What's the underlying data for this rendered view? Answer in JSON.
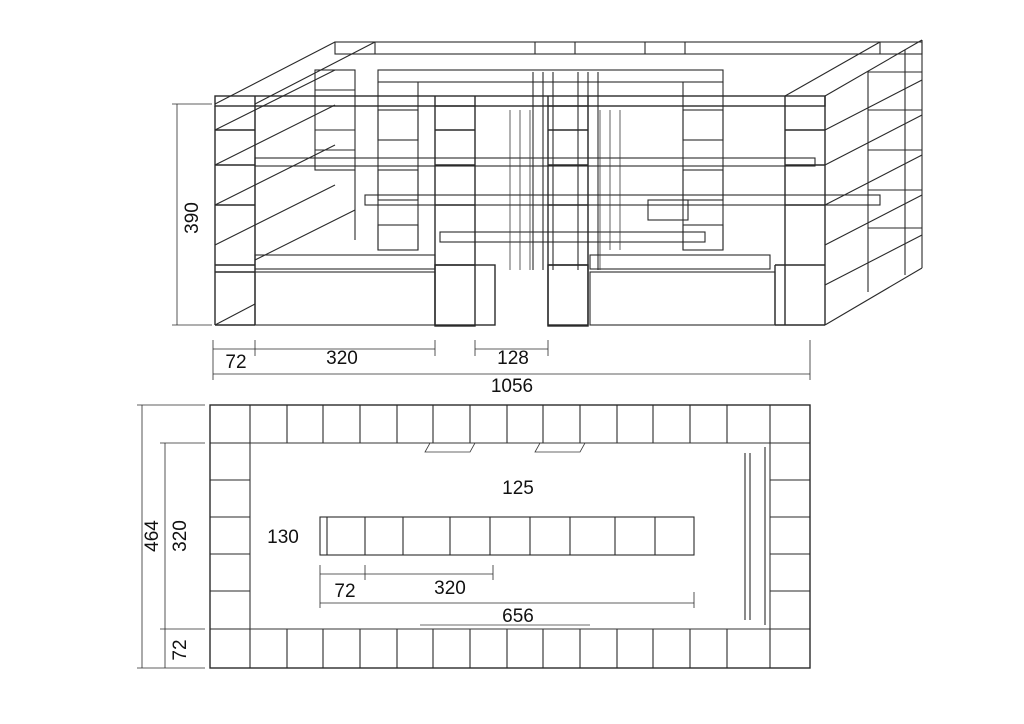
{
  "elevation": {
    "height_label": "390",
    "module_label": "72",
    "bay_label": "320",
    "gap_label": "128",
    "total_width_label": "1056"
  },
  "plan": {
    "total_depth_label": "464",
    "inner_depth_label": "320",
    "module_depth_label": "72",
    "aisle_label": "125",
    "island_depth_label": "130",
    "island_module_label": "72",
    "island_bay_label": "320",
    "island_length_label": "656"
  },
  "colors": {
    "line": "#2a2a2a",
    "background": "#ffffff"
  }
}
